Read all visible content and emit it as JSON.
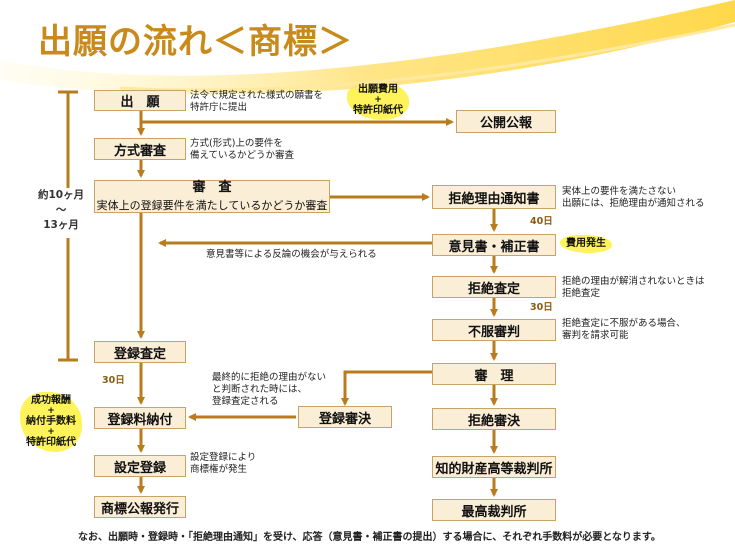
{
  "title": "出願の流れ＜商標＞",
  "period_label": [
    "約10ヶ月",
    "〜",
    "13ヶ月"
  ],
  "boxes": {
    "shutsugan": "出　願",
    "hoshiki": "方式審査",
    "shinsa_title": "審　査",
    "shinsa_sub": "実体上の登録要件を満たしているかどうか審査",
    "toroku_satei": "登録査定",
    "ryokin": "登録料納付",
    "settei": "設定登録",
    "koho": "商標公報発行",
    "kokai": "公開公報",
    "kyozetsu_tsuchi": "拒絶理由通知書",
    "ikensho": "意見書・補正書",
    "kyozetsu_satei": "拒絶査定",
    "fufuku": "不服審判",
    "shinri": "審　理",
    "shinketsu_toroku": "登録審決",
    "shinketsu_kyozetsu": "拒絶審決",
    "chizai": "知的財産高等裁判所",
    "saikosai": "最高裁判所"
  },
  "notes": {
    "shutsugan": [
      "法令で規定された様式の願書を",
      "特許庁に提出"
    ],
    "hoshiki": [
      "方式(形式)上の要件を",
      "備えているかどうか審査"
    ],
    "kyozetsu_tsuchi": [
      "実体上の要件を満たさない",
      "出願には、拒絶理由が通知される"
    ],
    "hanron": "意見書等による反論の機会が与えられる",
    "kyozetsu_satei": [
      "拒絶の理由が解消されないときは",
      "拒絶査定"
    ],
    "fufuku": [
      "拒絶査定に不服がある場合、",
      "審判を請求可能"
    ],
    "shinketsu": [
      "最終的に拒絶の理由がない",
      "と判断された時には、",
      "登録査定される"
    ],
    "settei": [
      "設定登録により",
      "商標権が発生"
    ]
  },
  "days": {
    "d1": "40日",
    "d2": "30日",
    "d3": "30日"
  },
  "highlights": {
    "shutsugan_fee": [
      "出願費用",
      "+",
      "特許印紙代"
    ],
    "hiyo": "費用発生",
    "toroku_fee": [
      "成功報酬",
      "+",
      "納付手数料",
      "+",
      "特許印紙代"
    ]
  },
  "footer": "なお、出願時・登録時・「拒絶理由通知」を受け、応答（意見書・補正書の提出）する場合に、それぞれ手数料が必要となります。",
  "colors": {
    "arrow": "#b87b1e",
    "box_fill": "#fbeed6",
    "box_border": "#c9a266",
    "title": "#c98a1c",
    "highlight": "#fff24a"
  }
}
